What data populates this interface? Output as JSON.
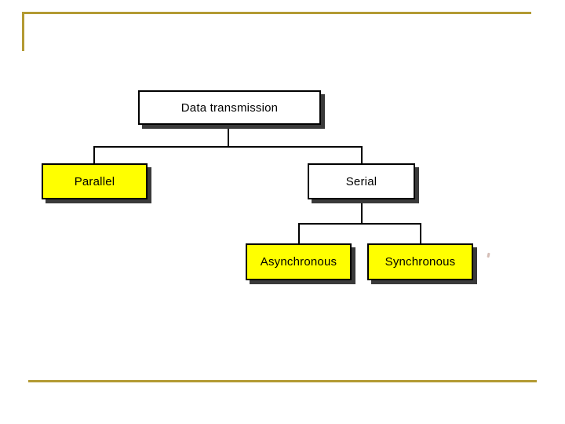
{
  "slide": {
    "background": "#ffffff",
    "accent_color": "#b39a33"
  },
  "diagram": {
    "type": "tree",
    "line_color": "#000000",
    "border_color": "#000000",
    "shadow_color": "#3a3a3a",
    "highlight_fill": "#ffff00",
    "nodes": [
      {
        "id": "data_transmission",
        "label": "Data transmission",
        "fill": "#ffffff",
        "parent": null
      },
      {
        "id": "parallel",
        "label": "Parallel",
        "fill": "#ffff00",
        "parent": "data_transmission"
      },
      {
        "id": "serial",
        "label": "Serial",
        "fill": "#ffffff",
        "parent": "data_transmission"
      },
      {
        "id": "asynchronous",
        "label": "Asynchronous",
        "fill": "#ffff00",
        "parent": "serial"
      },
      {
        "id": "synchronous",
        "label": "Synchronous",
        "fill": "#ffff00",
        "parent": "serial"
      }
    ],
    "edges": [
      [
        "data_transmission",
        "parallel"
      ],
      [
        "data_transmission",
        "serial"
      ],
      [
        "serial",
        "asynchronous"
      ],
      [
        "serial",
        "synchronous"
      ]
    ]
  }
}
